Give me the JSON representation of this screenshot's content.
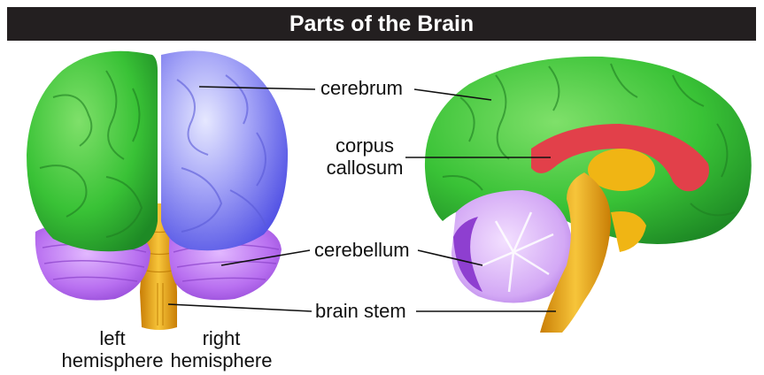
{
  "title": "Parts of the Brain",
  "labels": {
    "cerebrum": "cerebrum",
    "corpus_callosum_line1": "corpus",
    "corpus_callosum_line2": "callosum",
    "cerebellum": "cerebellum",
    "brain_stem": "brain stem",
    "left_hemisphere_line1": "left",
    "left_hemisphere_line2": "hemisphere",
    "right_hemisphere_line1": "right",
    "right_hemisphere_line2": "hemisphere"
  },
  "colors": {
    "title_background": "#231f20",
    "cerebrum_left": "#3dc63a",
    "cerebrum_right": "#7b74ee",
    "cerebellum": "#b86ff0",
    "brain_stem": "#f0b514",
    "corpus_callosum": "#e2404a"
  }
}
